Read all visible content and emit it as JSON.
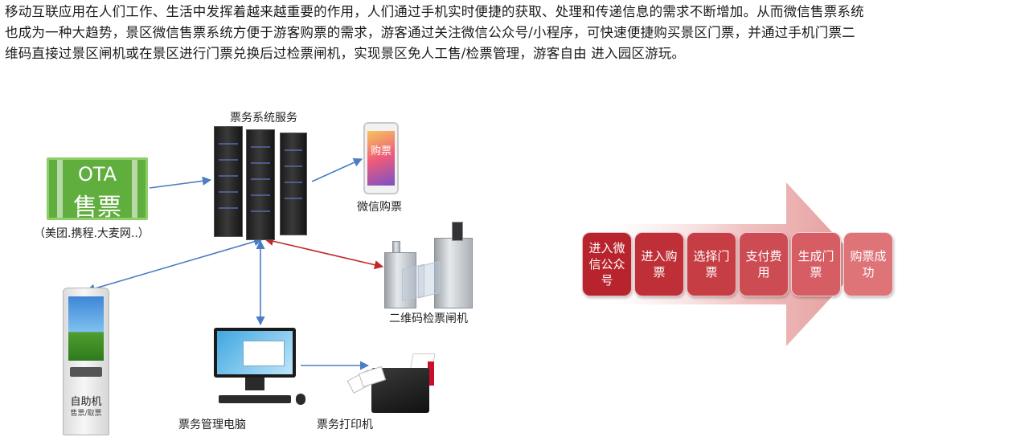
{
  "intro": {
    "lines": [
      "移动互联应用在人们工作、生活中发挥着越来越重要的作用，人们通过手机实时便捷的获取、处理和传递信息的需求不断增加。从而微信售票系统",
      "也成为一种大趋势，景区微信售票系统方便于游客购票的需求，游客通过关注微信公众号/小程序，可快速便捷购买景区门票，并通过手机门票二",
      "维码直接过景区闸机或在景区进行门票兑换后过检票闸机，实现景区免人工售/检票管理，游客自由 进入园区游玩。"
    ]
  },
  "diagram": {
    "server_label": "票务系统服务",
    "ota_line1": "OTA",
    "ota_line2": "售票",
    "ota_caption": "（美团.携程.大麦网..）",
    "phone_screen_text": "购票",
    "phone_label": "微信购票",
    "gate_label": "二维码检票闸机",
    "kiosk_label": "自助机",
    "kiosk_sublabel": "售票/取票",
    "pc_label": "票务管理电脑",
    "printer_label": "票务打印机",
    "colors": {
      "ota_green": "#5fae3e",
      "arrow_blue": "#4a7dc4",
      "arrow_red": "#c0282d"
    }
  },
  "flow": {
    "steps": [
      {
        "text": "进入微信公众号",
        "color": "#b8242d"
      },
      {
        "text": "进入购票",
        "color": "#bf2f37"
      },
      {
        "text": "选择门票",
        "color": "#c63d44"
      },
      {
        "text": "支付费用",
        "color": "#cd4c53"
      },
      {
        "text": "生成门票",
        "color": "#d55d63"
      },
      {
        "text": "购票成功",
        "color": "#de7378"
      }
    ],
    "arrow_color": "#e58f8f"
  }
}
